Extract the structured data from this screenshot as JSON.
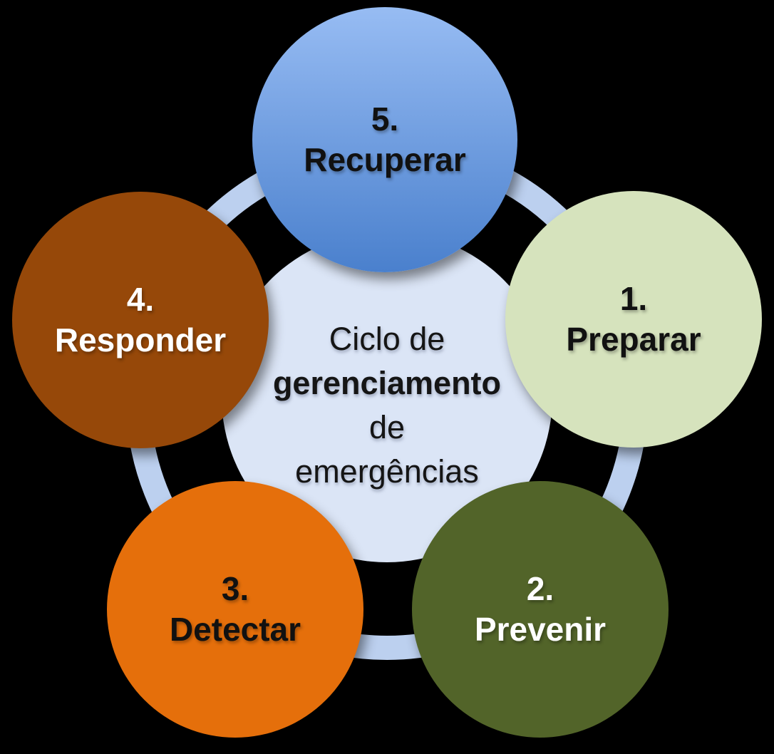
{
  "background_color": "#000000",
  "ring": {
    "color": "#bcd0ef"
  },
  "center": {
    "line1": "Ciclo de",
    "line2": "gerenciamento",
    "line3": "de",
    "line4": "emergências",
    "fill": "#dbe5f6",
    "text_color": "#151515"
  },
  "nodes": [
    {
      "number": "1.",
      "label": "Preparar",
      "fill": "#d6e3bd",
      "text_color": "#111111"
    },
    {
      "number": "2.",
      "label": "Prevenir",
      "fill": "#526429",
      "text_color": "#ffffff"
    },
    {
      "number": "3.",
      "label": "Detectar",
      "fill": "#e56f0b",
      "text_color": "#111111"
    },
    {
      "number": "4.",
      "label": "Responder",
      "fill": "#964809",
      "text_color": "#ffffff"
    },
    {
      "number": "5.",
      "label": "Recuperar",
      "fill_top": "#97bcf3",
      "fill_bottom": "#4a80cd",
      "text_color": "#111111"
    }
  ]
}
